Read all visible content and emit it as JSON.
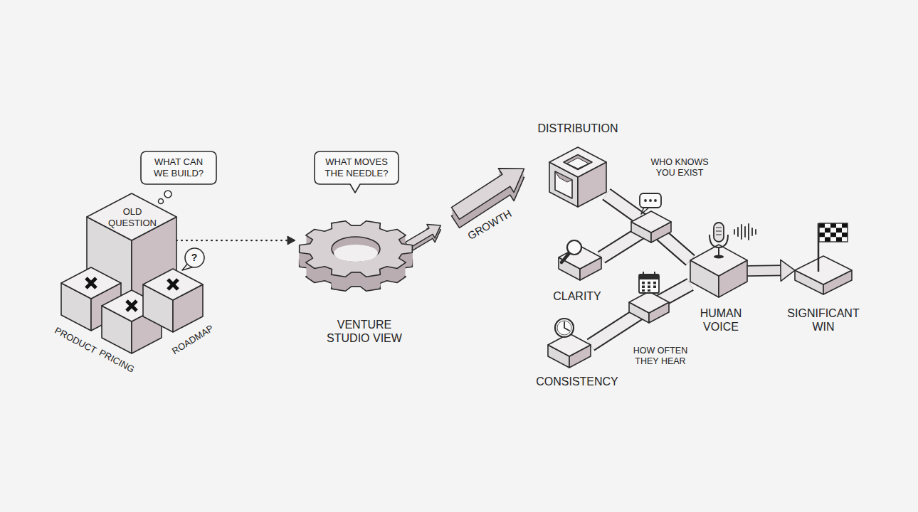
{
  "diagram": {
    "nodes": [
      {
        "text": [
          "WHAT CAN WE BUILD?"
        ]
      },
      {
        "text": [
          "OLD QUESTION"
        ]
      },
      {
        "text": [
          "PRODUCT"
        ]
      },
      {
        "text": [
          "PRICING"
        ]
      },
      {
        "text": [
          "ROADMAP"
        ]
      },
      {
        "text": [
          "?"
        ]
      },
      {
        "text": [
          "WHAT MOVES THE NEEDLE?"
        ]
      },
      {
        "text": [
          "VENTURE STUDIO VIEW"
        ]
      },
      {
        "text": [
          "DISTRIBUTION"
        ]
      },
      {
        "text": [
          "CLARITY"
        ]
      },
      {
        "text": [
          "HUMAN VOICE"
        ]
      },
      {
        "text": [
          "CONSISTENCY"
        ]
      },
      {
        "text": [
          "SIGNIFICANT WIN"
        ]
      }
    ],
    "edges": [
      {
        "from": 1,
        "to": 7,
        "arrow": "to"
      },
      {
        "from": 8,
        "to": 10,
        "arrow": "none"
      },
      {
        "from": 9,
        "to": 10,
        "arrow": "none"
      },
      {
        "from": 11,
        "to": 10,
        "arrow": "none"
      },
      {
        "from": 10,
        "to": 12,
        "arrow": "to"
      }
    ],
    "labels": [
      "GROWTH",
      "WHO KNOWS YOU EXIST",
      "HOW OFTEN THEY HEAR"
    ]
  }
}
